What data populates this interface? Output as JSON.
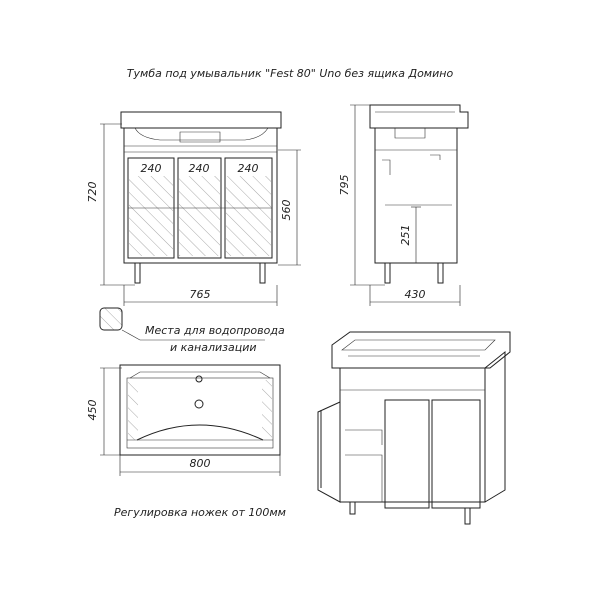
{
  "title": "Тумба под умывальник \"Fest 80\" Uno без ящика Домино",
  "front_view": {
    "height_total": "720",
    "height_doors": "560",
    "width_total": "765",
    "door_widths": [
      "240",
      "240",
      "240"
    ]
  },
  "side_view": {
    "height_total": "795",
    "shelf_height": "251",
    "depth": "430"
  },
  "legend": {
    "line1": "Места для водопровода",
    "line2": "и канализации"
  },
  "top_view": {
    "depth": "450",
    "width": "800"
  },
  "footer_note": "Регулировка ножек от 100мм"
}
